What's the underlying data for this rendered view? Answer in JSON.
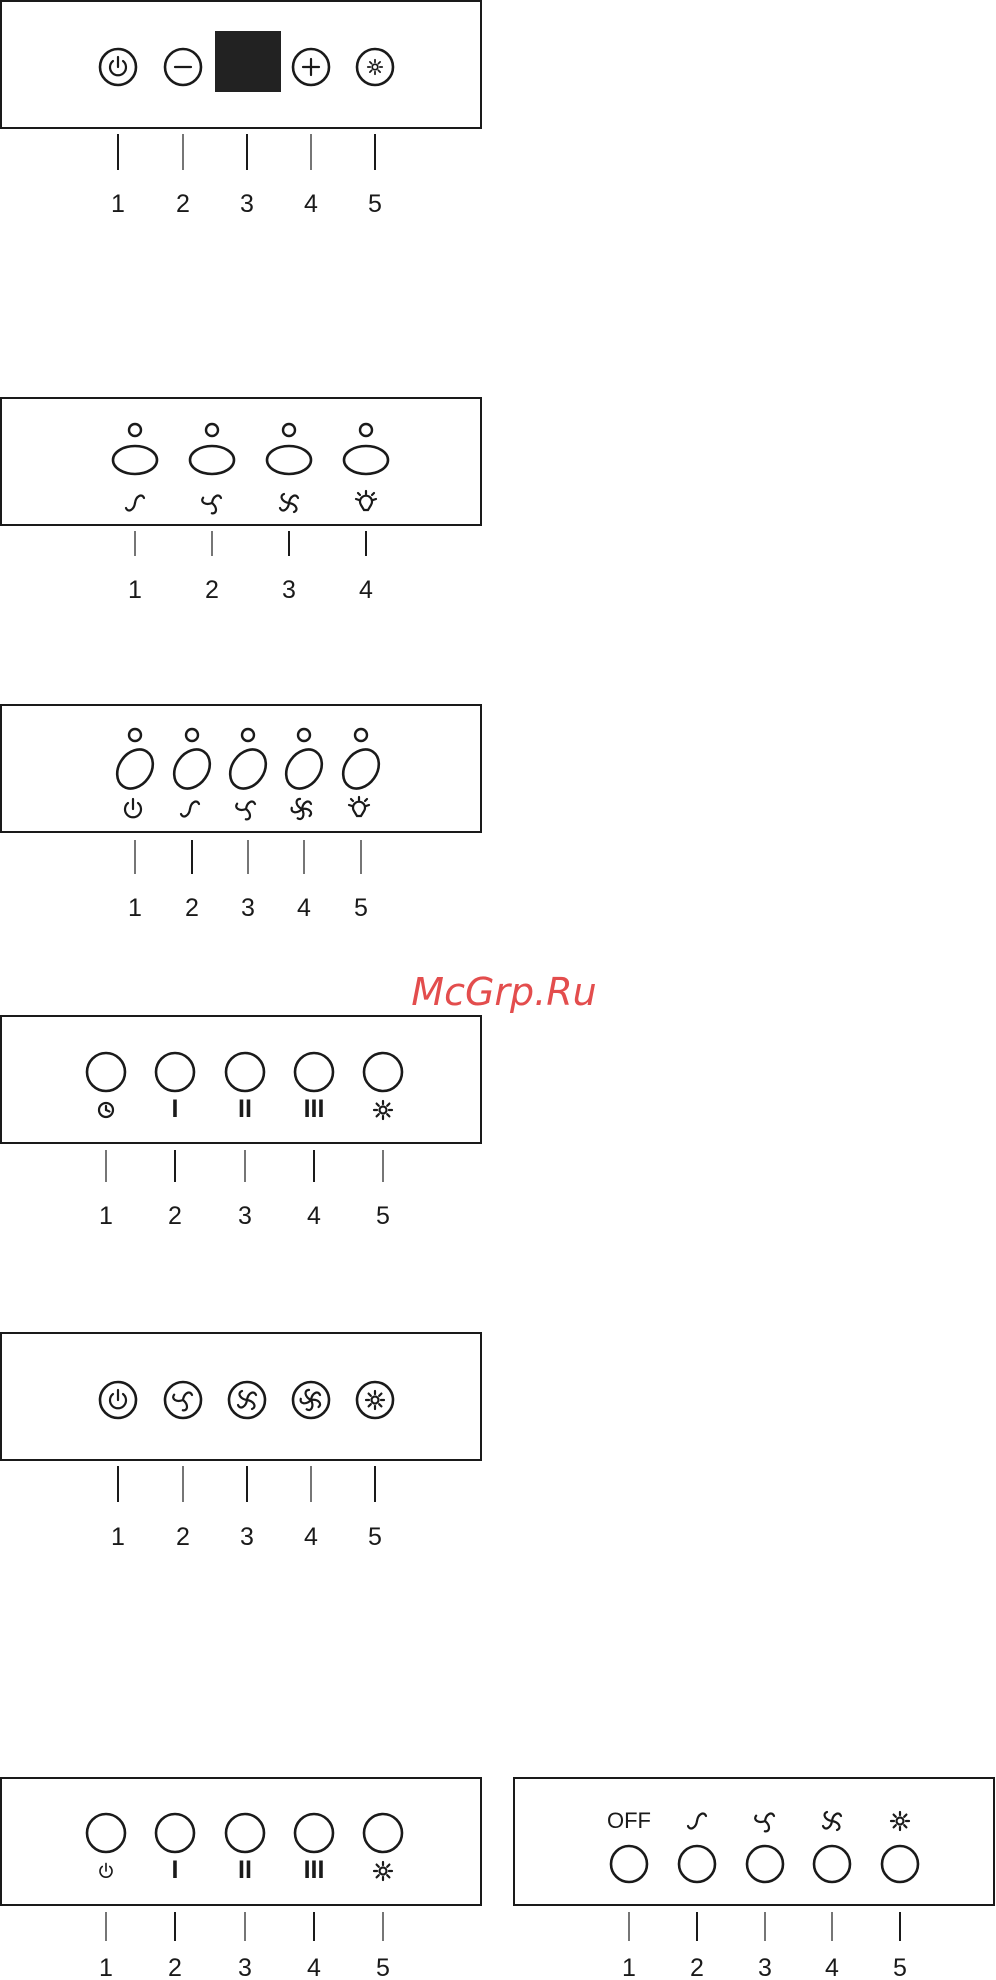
{
  "watermark": "McGrp.Ru",
  "colors": {
    "line": "#1a1a1a",
    "display": "#222222",
    "watermark": "#e03a3a"
  },
  "panels": [
    {
      "id": "panel-a",
      "callouts": [
        "1",
        "2",
        "3",
        "4",
        "5"
      ],
      "controls": [
        "power-icon",
        "minus-icon",
        "display",
        "plus-icon",
        "light-icon"
      ]
    },
    {
      "id": "panel-b",
      "callouts": [
        "1",
        "2",
        "3",
        "4"
      ],
      "controls": [
        "fan-speed-1-icon",
        "fan-speed-2-icon",
        "fan-speed-3-icon",
        "lamp-icon"
      ]
    },
    {
      "id": "panel-c",
      "callouts": [
        "1",
        "2",
        "3",
        "4",
        "5"
      ],
      "controls": [
        "power-icon",
        "fan-speed-1-icon",
        "fan-speed-2-icon",
        "fan-speed-3-icon",
        "lamp-icon"
      ]
    },
    {
      "id": "panel-d",
      "callouts": [
        "1",
        "2",
        "3",
        "4",
        "5"
      ],
      "controls": [
        "timer-icon",
        "speed-1-icon",
        "speed-2-icon",
        "speed-3-icon",
        "light-icon"
      ],
      "symbols": [
        "I",
        "II",
        "III"
      ]
    },
    {
      "id": "panel-e",
      "callouts": [
        "1",
        "2",
        "3",
        "4",
        "5"
      ],
      "controls": [
        "power-icon",
        "fan-speed-1-icon",
        "fan-speed-2-icon",
        "fan-speed-3-icon",
        "light-icon"
      ]
    },
    {
      "id": "panel-f",
      "callouts": [
        "1",
        "2",
        "3",
        "4",
        "5"
      ],
      "controls": [
        "power-icon",
        "speed-1-icon",
        "speed-2-icon",
        "speed-3-icon",
        "light-icon"
      ],
      "symbols": [
        "I",
        "II",
        "III"
      ]
    },
    {
      "id": "panel-g",
      "callouts": [
        "1",
        "2",
        "3",
        "4",
        "5"
      ],
      "off_label": "OFF",
      "controls": [
        "off-label",
        "fan-speed-1-icon",
        "fan-speed-2-icon",
        "fan-speed-3-icon",
        "light-icon"
      ]
    }
  ]
}
